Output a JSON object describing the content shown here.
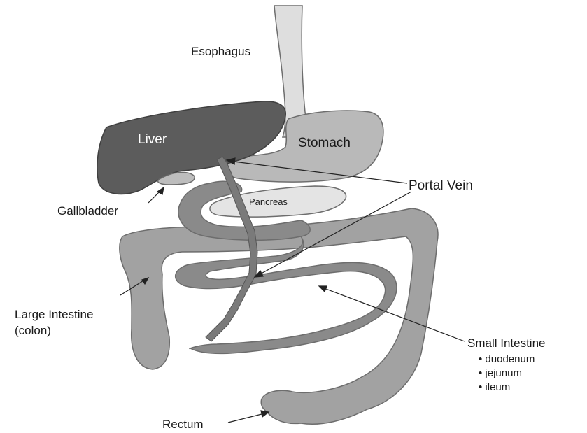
{
  "labels": {
    "esophagus": "Esophagus",
    "liver": "Liver",
    "stomach": "Stomach",
    "portal_vein": "Portal Vein",
    "pancreas": "Pancreas",
    "gallbladder": "Gallbladder",
    "large_intestine_1": "Large Intestine",
    "large_intestine_2": "(colon)",
    "small_intestine": "Small Intestine",
    "small_intestine_parts": [
      "• duodenum",
      "• jejunum",
      "• ileum"
    ],
    "rectum": "Rectum"
  },
  "colors": {
    "liver": "#5c5c5c",
    "stomach": "#b9b9b9",
    "esophagus": "#dedede",
    "pancreas": "#e4e4e4",
    "large_intestine": "#a2a2a2",
    "small_intestine": "#8a8a8a",
    "portal_vein": "#7a7a7a"
  }
}
